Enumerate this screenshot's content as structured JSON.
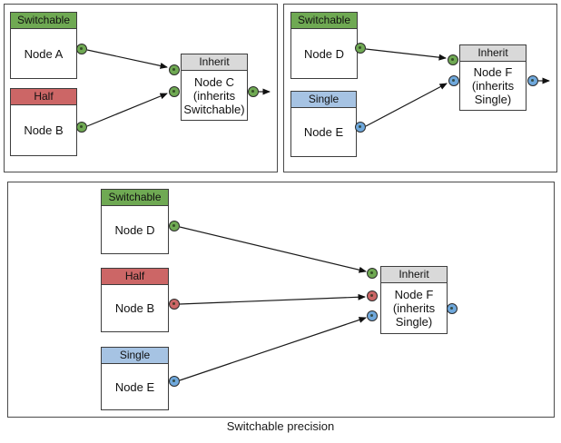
{
  "caption": "Switchable precision",
  "colors": {
    "switchable_green": "#6fa953",
    "half_red": "#cc6666",
    "single_blue_header": "#a6c3e3",
    "single_blue_port": "#6fa8dc",
    "inherit_gray": "#d9d9d9"
  },
  "panels": [
    {
      "name": "top-left",
      "nodes": [
        {
          "header": "Switchable",
          "label": "Node A"
        },
        {
          "header": "Half",
          "label": "Node B"
        },
        {
          "header": "Inherit",
          "label": "Node C",
          "sublabel": "(inherits Switchable)"
        }
      ]
    },
    {
      "name": "top-right",
      "nodes": [
        {
          "header": "Switchable",
          "label": "Node D"
        },
        {
          "header": "Single",
          "label": "Node E"
        },
        {
          "header": "Inherit",
          "label": "Node F",
          "sublabel": "(inherits Single)"
        }
      ]
    },
    {
      "name": "bottom",
      "nodes": [
        {
          "header": "Switchable",
          "label": "Node D"
        },
        {
          "header": "Half",
          "label": "Node B"
        },
        {
          "header": "Single",
          "label": "Node E"
        },
        {
          "header": "Inherit",
          "label": "Node F",
          "sublabel": "(inherits Single)"
        }
      ]
    }
  ]
}
